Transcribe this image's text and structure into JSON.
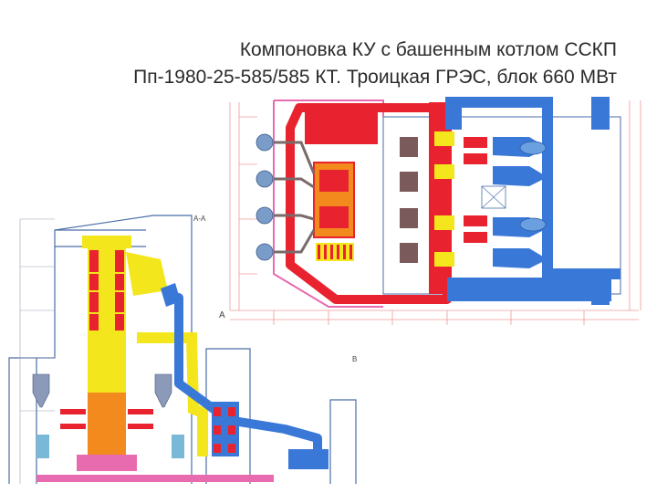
{
  "slide": {
    "title_line1": "Компоновка КУ с башенным котлом ССКП",
    "title_line2": "Пп-1980-25-585/585 КТ. Троицкая ГРЭС, блок 660 МВт"
  },
  "drawings": {
    "section_label": "А-А",
    "plan_label": "А",
    "marker_label": "В"
  },
  "colors": {
    "flue_gas_red": "#e8232f",
    "air_blue": "#3a78d8",
    "yellow_duct": "#f4e61c",
    "orange_zone": "#f28a1e",
    "pink_aux": "#e86bb0",
    "outline_blue": "#4a6ea8",
    "equipment_gray": "#7a6a6a",
    "dim_line": "#f09a9a"
  },
  "icons": [
    "burner-icon",
    "mill-icon",
    "fan-icon",
    "cyclone-icon"
  ]
}
